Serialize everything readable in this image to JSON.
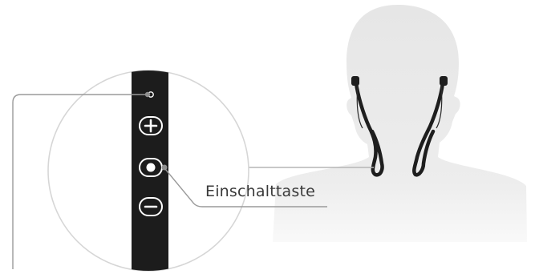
{
  "callout": {
    "label": "Einschalttaste"
  },
  "colors": {
    "silhouette": "#e8e8e8",
    "silhouette_fade": "#f7f7f7",
    "circle_stroke": "#d6d6d6",
    "band": "#1c1c1c",
    "leader_line": "#9a9a9a",
    "label_text": "#3a3a3a"
  },
  "buttons": [
    {
      "name": "indicator-light",
      "icon": "led-icon"
    },
    {
      "name": "volume-up-button",
      "icon": "plus-icon"
    },
    {
      "name": "power-button",
      "icon": "power-dot-icon"
    },
    {
      "name": "volume-down-button",
      "icon": "minus-icon"
    }
  ]
}
